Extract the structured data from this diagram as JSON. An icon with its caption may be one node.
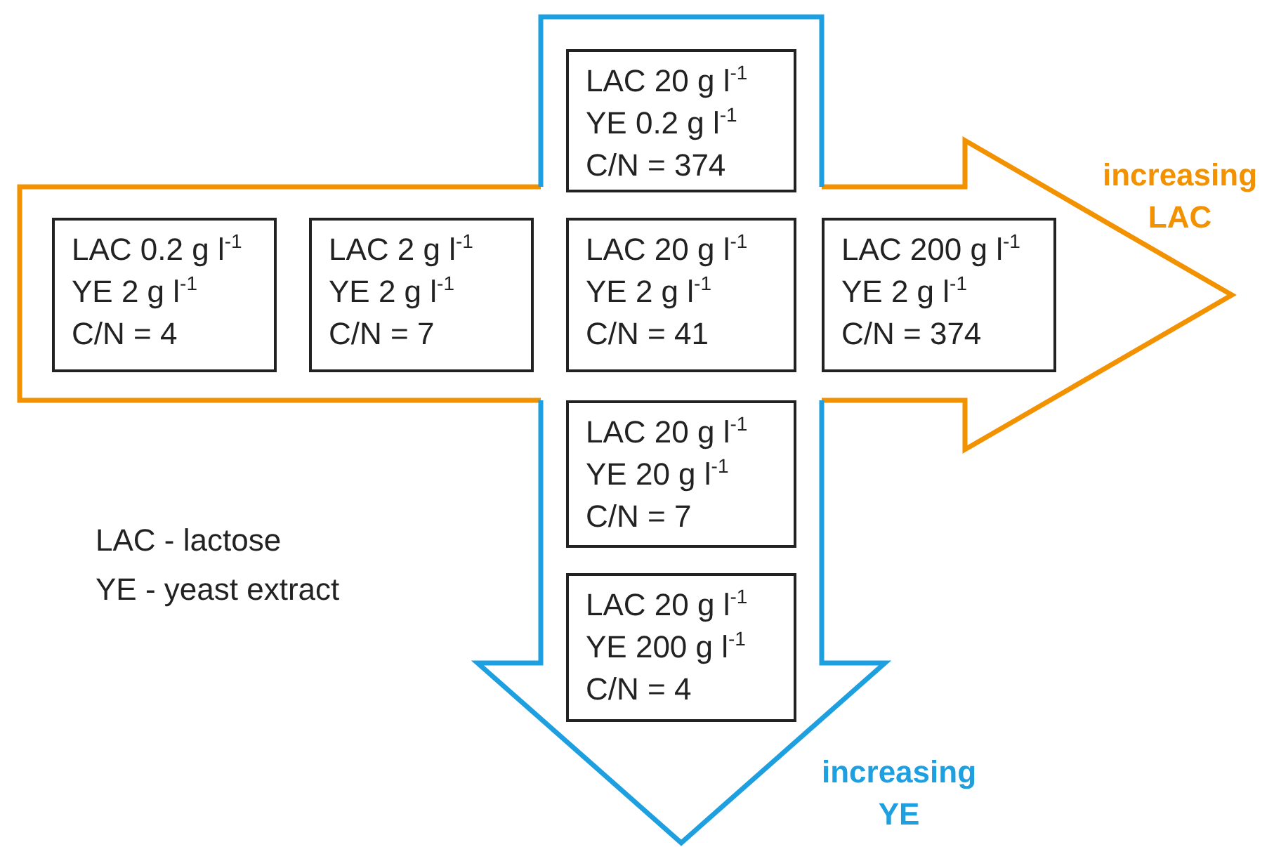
{
  "diagram": {
    "nodes": [
      {
        "text": [
          "LAC 20 g l$^{-1}$",
          "YE 0.2 g l$^{-1}$",
          "C/N = 374"
        ]
      },
      {
        "text": [
          "LAC 0.2 g l$^{-1}$",
          "YE 2 g l$^{-1}$",
          "C/N = 4"
        ]
      },
      {
        "text": [
          "LAC 2 g l$^{-1}$",
          "YE 2 g l$^{-1}$",
          "C/N = 7"
        ]
      },
      {
        "text": [
          "LAC 20 g l$^{-1}$",
          "YE 2 g l$^{-1}$",
          "C/N = 41"
        ]
      },
      {
        "text": [
          "LAC 200 g l$^{-1}$",
          "YE 2 g l$^{-1}$",
          "C/N = 374"
        ]
      },
      {
        "text": [
          "LAC 20 g l$^{-1}$",
          "YE 20 g l$^{-1}$",
          "C/N = 7"
        ]
      },
      {
        "text": [
          "LAC 20 g l$^{-1}$",
          "YE 200 g l$^{-1}$",
          "C/N = 4"
        ]
      }
    ],
    "edges": [],
    "labels": [
      "increasing LAC",
      "increasing YE",
      "LAC - lactose",
      "YE - yeast extract"
    ]
  }
}
